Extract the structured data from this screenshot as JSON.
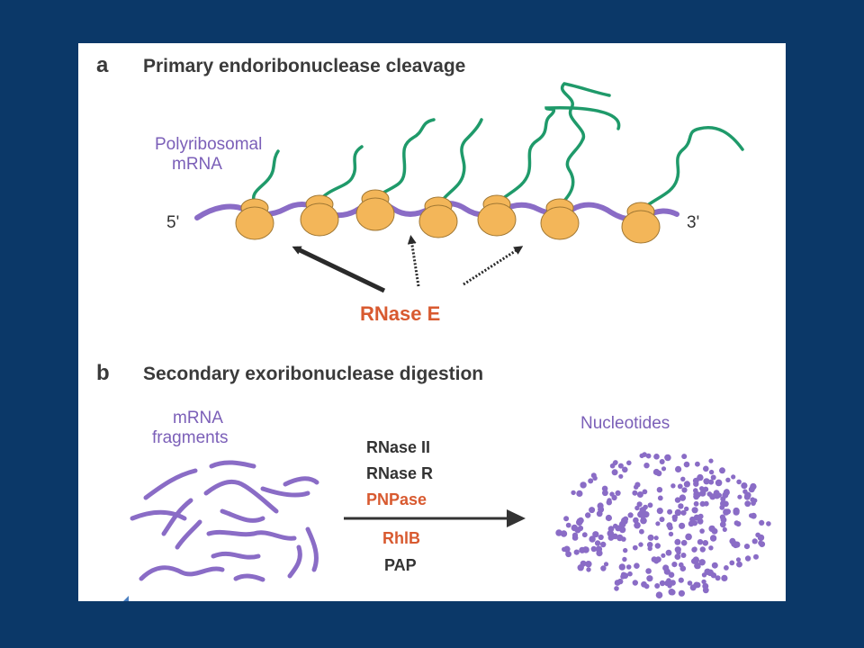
{
  "panel_a": {
    "letter": "a",
    "title": "Primary endoribonuclease cleavage",
    "mrna_label_line1": "Polyribosomal",
    "mrna_label_line2": "mRNA",
    "five_prime": "5'",
    "three_prime": "3'",
    "enzyme": "RNase E"
  },
  "panel_b": {
    "letter": "b",
    "title": "Secondary exoribonuclease digestion",
    "fragments_label_line1": "mRNA",
    "fragments_label_line2": "fragments",
    "product_label": "Nucleotides",
    "enzymes": [
      "RNase II",
      "RNase R",
      "PNPase",
      "RhlB",
      "PAP"
    ]
  },
  "colors": {
    "mrna": "#8a6cc6",
    "peptide": "#1f9a6a",
    "ribosome": "#f3b659",
    "ribosome_stroke": "#a07733",
    "highlight": "#d85a30",
    "text": "#3a3a3a",
    "background": "#0b3868"
  }
}
